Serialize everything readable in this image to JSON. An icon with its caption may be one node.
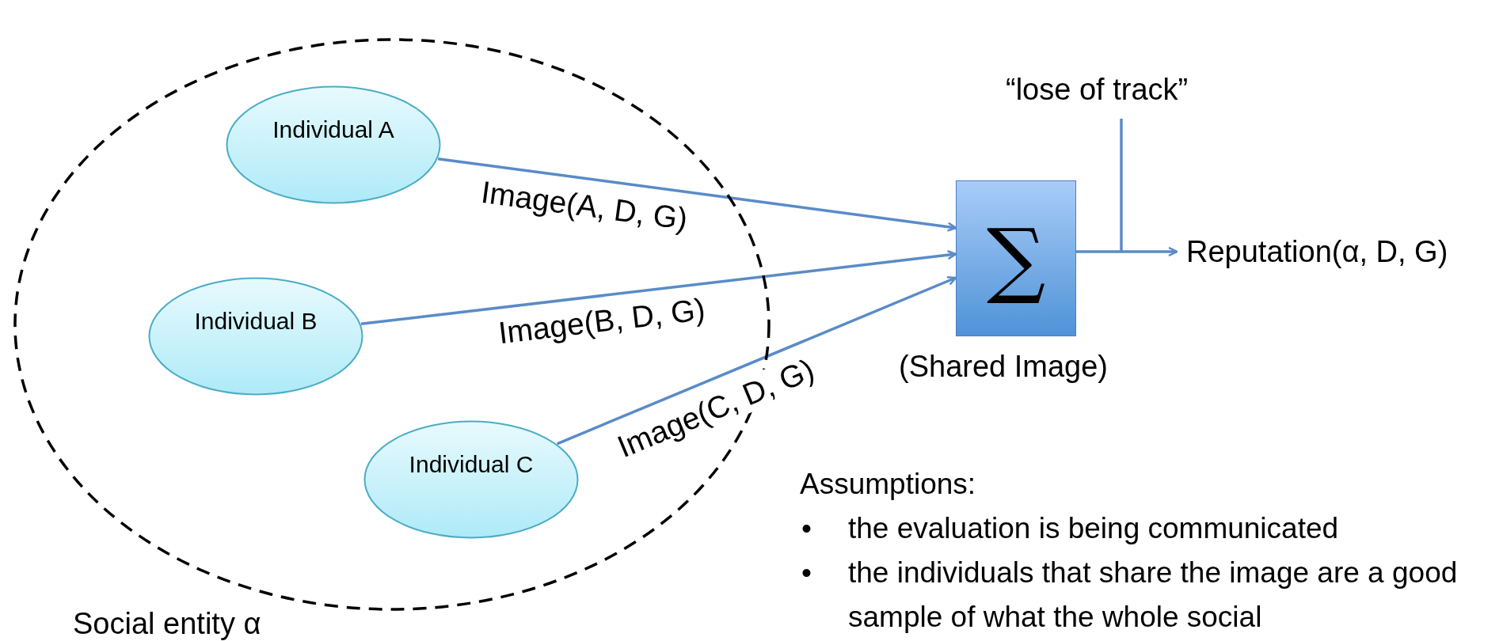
{
  "diagram": {
    "nodes": [
      {
        "text": [
          "Social entity α"
        ]
      },
      {
        "text": [
          "Individual A"
        ],
        "in": 0
      },
      {
        "text": [
          "Individual B"
        ],
        "in": 0
      },
      {
        "text": [
          "Individual C"
        ],
        "in": 0
      },
      {
        "text": [
          "∑"
        ],
        "beside": [
          "(Shared Image)"
        ]
      },
      {
        "text": [
          "“lose of track”"
        ]
      },
      {
        "text": [
          "Reputation(α, D, G)"
        ]
      }
    ],
    "edges": [
      {
        "from": 1,
        "to": 4,
        "arrow": "to",
        "label": "Image(A, D, G)"
      },
      {
        "from": 2,
        "to": 4,
        "arrow": "to",
        "label": "Image(B, D, G)"
      },
      {
        "from": 3,
        "to": 4,
        "arrow": "to",
        "label": "Image(C, D, G)"
      },
      {
        "from": 4,
        "to": 6,
        "arrow": "to"
      },
      {
        "from": 5,
        "to": null,
        "arrow": "none"
      }
    ],
    "labels": [
      "Assumptions:",
      "•",
      "the evaluation is being communicated",
      "•",
      "the individuals that share the image are a good sample of what the whole social"
    ]
  }
}
